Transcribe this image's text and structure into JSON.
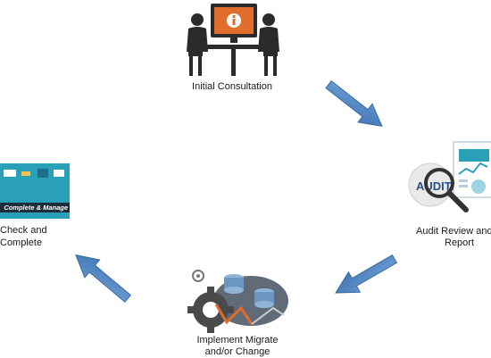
{
  "nodes": {
    "consultation": {
      "label": "Initial Consultation",
      "icon": "consultation-meeting-icon"
    },
    "audit": {
      "label_line1": "Audit Review and",
      "label_line2": "Report",
      "icon": "audit-magnifier-report-icon",
      "image_text": "AUDIT"
    },
    "implement": {
      "label_line1": "Implement Migrate",
      "label_line2": "and/or Change",
      "icon": "gears-database-icon"
    },
    "check": {
      "label_line1": "Check and",
      "label_line2": "Complete",
      "icon": "complete-manage-banner-icon",
      "banner_text": "Complete & Manage"
    }
  },
  "colors": {
    "arrow_fill": "#4f81bd",
    "arrow_stroke": "#3b6aa0",
    "accent_orange": "#e06d2b",
    "banner_teal": "#2aa0b8"
  }
}
